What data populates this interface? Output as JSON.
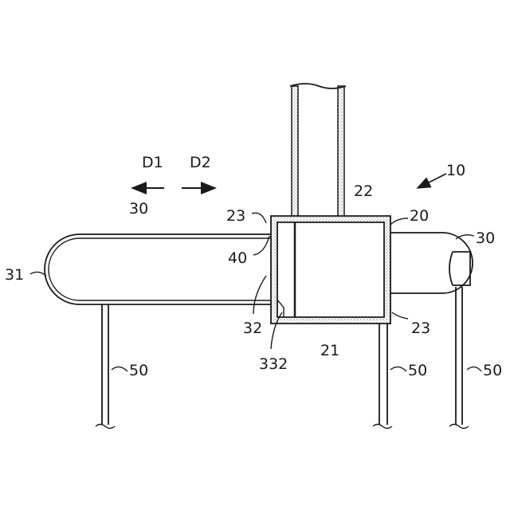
{
  "colors": {
    "ink": "#1a1a1a",
    "stipple": "#b8b8b8",
    "background": "#ffffff"
  },
  "labels": {
    "assembly": "10",
    "chamber": "20",
    "bottom_wall": "21",
    "top_wall": "22",
    "corner_left_top": "23",
    "corner_right_bottom": "23",
    "pipe_left": "30",
    "pipe_right": "30",
    "pipe_end": "31",
    "pipe_edge": "32",
    "inner_part": "332",
    "insert": "40",
    "leg_left": "50",
    "leg_middle": "50",
    "leg_right": "50",
    "direction_1": "D1",
    "direction_2": "D2"
  }
}
